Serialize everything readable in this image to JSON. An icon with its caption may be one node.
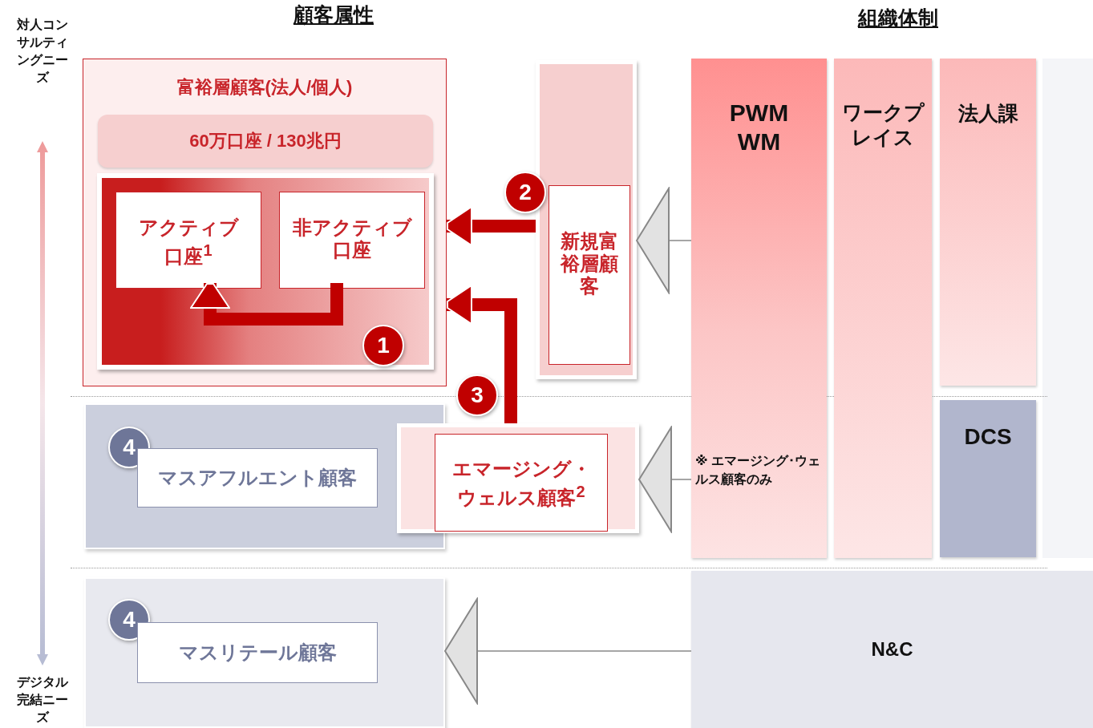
{
  "diagram": {
    "nodes": [
      {
        "text": [
          "富裕層顧客(法人/個人)"
        ]
      },
      {
        "text": [
          "60万口座 / 130兆円"
        ],
        "in": 0
      },
      {
        "text": [],
        "shape": "box",
        "in": 0
      },
      {
        "text": [
          "アクティブ口座$^{1}$"
        ],
        "in": 2
      },
      {
        "text": [
          "非アクティブ口座"
        ],
        "in": 2
      },
      {
        "text": [
          "1"
        ],
        "in": 2
      },
      {
        "text": [],
        "shape": "box"
      },
      {
        "text": [
          "新規富裕層顧客"
        ],
        "in": 6
      },
      {
        "text": [
          "2"
        ]
      },
      {
        "text": [],
        "shape": "box"
      },
      {
        "text": [
          "エマージング・ウェルス顧客$^{2}$"
        ],
        "in": 9
      },
      {
        "text": [
          "3"
        ]
      },
      {
        "text": [],
        "shape": "box"
      },
      {
        "text": [
          "4"
        ],
        "in": 12
      },
      {
        "text": [
          "マスアフルエント顧客"
        ],
        "in": 12
      },
      {
        "text": [],
        "shape": "box"
      },
      {
        "text": [
          "4"
        ],
        "in": 15
      },
      {
        "text": [
          "マスリテール顧客"
        ],
        "in": 15
      },
      {
        "text": [
          "PWM WM",
          "※ エマージング･ウェルス顧客のみ"
        ]
      },
      {
        "text": [
          "ワークプレイス"
        ]
      },
      {
        "text": [
          "法人課"
        ]
      },
      {
        "text": [
          "DCS"
        ]
      },
      {
        "text": [
          "N&C"
        ]
      }
    ],
    "edges": [
      {
        "from": 4,
        "to": 3,
        "arrow": "to",
        "style": "thick",
        "color": "#c00000"
      },
      {
        "from": 6,
        "to": 0,
        "arrow": "to",
        "style": "thick",
        "color": "#c00000"
      },
      {
        "from": 9,
        "to": 0,
        "arrow": "to",
        "style": "thick",
        "color": "#c00000"
      },
      {
        "from": 18,
        "to": 6,
        "arrow": "to",
        "color": "#888888"
      },
      {
        "from": 18,
        "to": 9,
        "arrow": "to",
        "color": "#888888"
      },
      {
        "from": 22,
        "to": 15,
        "arrow": "to",
        "color": "#888888"
      }
    ],
    "labels": [
      "顧客属性",
      "組織体制",
      "対人コンサルティングニーズ",
      "デジタル完結ニーズ"
    ]
  }
}
